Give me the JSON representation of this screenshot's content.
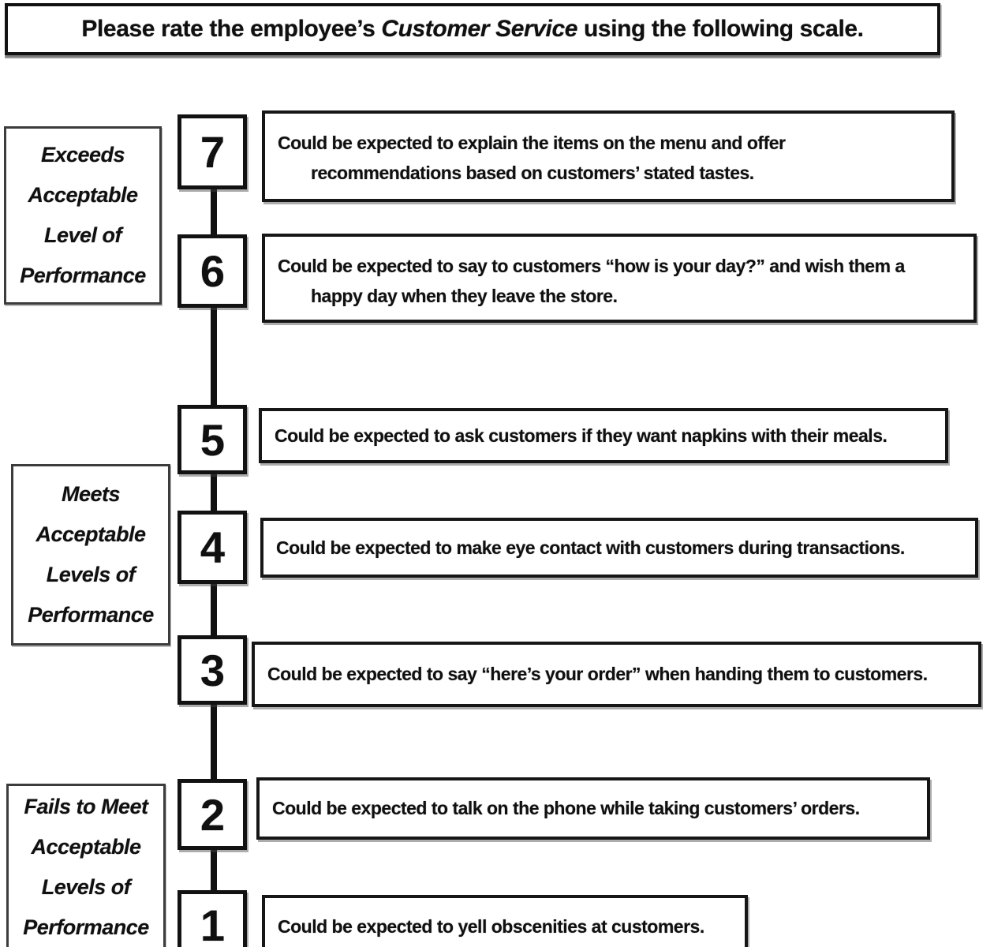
{
  "title": {
    "prefix": "Please rate the employee’s ",
    "emphasis": "Customer Service",
    "suffix": " using the following scale."
  },
  "categories": [
    {
      "label": "Exceeds\nAcceptable\nLevel of\nPerformance"
    },
    {
      "label": "Meets\nAcceptable\nLevels of\nPerformance"
    },
    {
      "label": "Fails to Meet\nAcceptable\nLevels of\nPerformance"
    }
  ],
  "scale": [
    {
      "level": "7",
      "text": "Could be expected to explain the items on the menu and offer\nrecommendations based on customers’ stated tastes."
    },
    {
      "level": "6",
      "text": "Could be expected to say to customers “how is your day?” and wish them a\nhappy day when they leave the store."
    },
    {
      "level": "5",
      "text": "Could be expected to ask customers if they want napkins with their meals."
    },
    {
      "level": "4",
      "text": "Could be expected to make eye contact with customers during transactions."
    },
    {
      "level": "3",
      "text": "Could be expected to say “here’s your order” when handing them to customers."
    },
    {
      "level": "2",
      "text": "Could be expected to talk on the phone while taking customers’ orders."
    },
    {
      "level": "1",
      "text": "Could be expected to yell obscenities at customers."
    }
  ]
}
